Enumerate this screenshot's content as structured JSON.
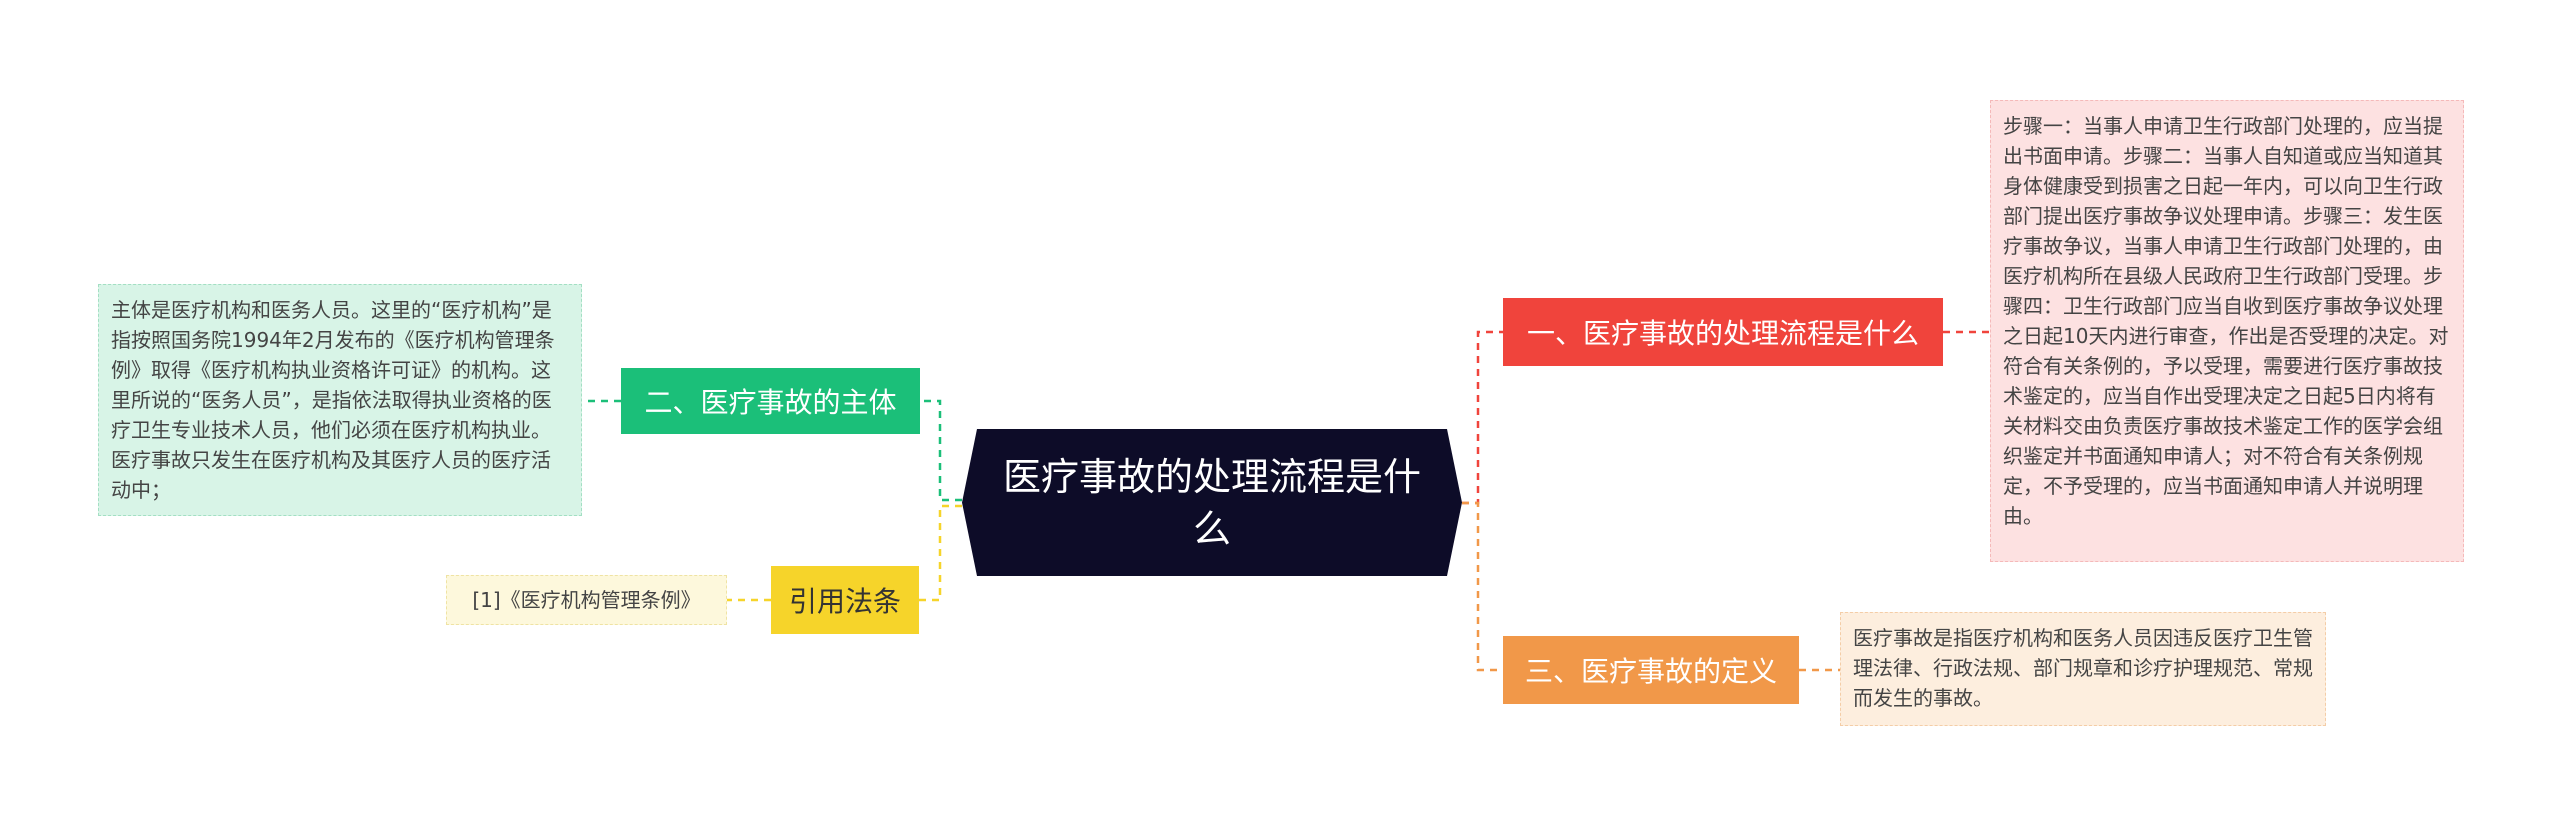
{
  "root": {
    "title": "医疗事故的处理流程是什么"
  },
  "branches": [
    {
      "label": "一、医疗事故的处理流程是什么",
      "color": "#f0443c"
    },
    {
      "label": "三、医疗事故的定义",
      "color": "#f19849"
    },
    {
      "label": "二、医疗事故的主体",
      "color": "#1bbf79"
    },
    {
      "label": "引用法条",
      "color": "#f6d42a"
    }
  ],
  "leaves": {
    "process": "步骤一：当事人申请卫生行政部门处理的，应当提出书面申请。步骤二：当事人自知道或应当知道其身体健康受到损害之日起一年内，可以向卫生行政部门提出医疗事故争议处理申请。步骤三：发生医疗事故争议，当事人申请卫生行政部门处理的，由医疗机构所在县级人民政府卫生行政部门受理。步骤四：卫生行政部门应当自收到医疗事故争议处理之日起10天内进行审查，作出是否受理的决定。对符合有关条例的，予以受理，需要进行医疗事故技术鉴定的，应当自作出受理决定之日起5日内将有关材料交由负责医疗事故技术鉴定工作的医学会组织鉴定并书面通知申请人；对不符合有关条例规定，不予受理的，应当书面通知申请人并说明理由。",
    "definition": "医疗事故是指医疗机构和医务人员因违反医疗卫生管理法律、行政法规、部门规章和诊疗护理规范、常规而发生的事故。",
    "subject": "主体是医疗机构和医务人员。这里的“医疗机构”是指按照国务院1994年2月发布的《医疗机构管理条例》取得《医疗机构执业资格许可证》的机构。这里所说的“医务人员”，是指依法取得执业资格的医疗卫生专业技术人员，他们必须在医疗机构执业。医疗事故只发生在医疗机构及其医疗人员的医疗活动中；",
    "law": "[1]《医疗机构管理条例》"
  }
}
